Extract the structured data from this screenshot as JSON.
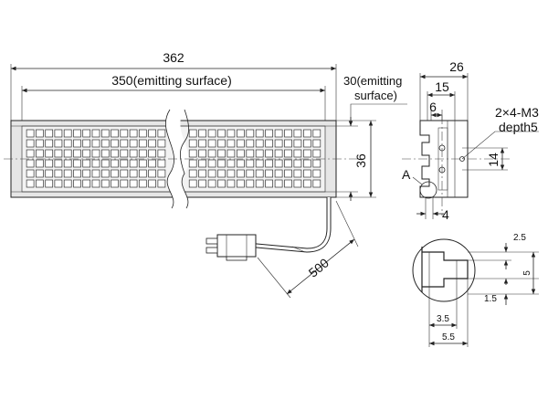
{
  "diagram": {
    "dimensions": {
      "total_length": "362",
      "emitting_length": "350(emitting surface)",
      "emitting_width_1": "30(emitting",
      "emitting_width_2": "surface)",
      "height": "36",
      "cable_length": "500",
      "side_width": "26",
      "side_15": "15",
      "side_6": "6",
      "side_14": "14",
      "side_4": "4",
      "screw_1": "2×4-M3",
      "screw_2": "depth5",
      "detail_label": "A",
      "detail_2_5": "2.5",
      "detail_5": "5",
      "detail_1_5": "1.5",
      "detail_3_5": "3.5",
      "detail_5_5": "5.5"
    },
    "led_grid": {
      "rows": 6,
      "left_columns": 15,
      "right_columns": 14
    }
  }
}
